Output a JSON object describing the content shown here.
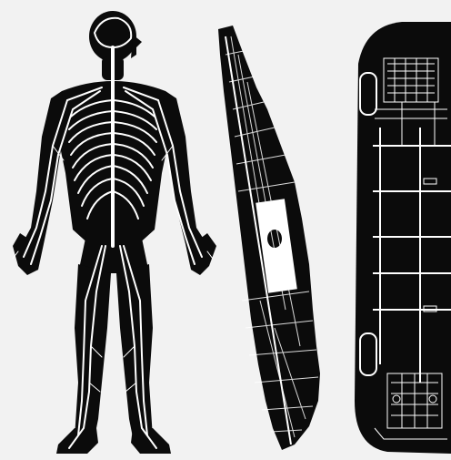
{
  "figures": [
    {
      "id": "nervous-system",
      "description_icon": "human-nervous-system-figure"
    },
    {
      "id": "city-map",
      "description_icon": "manhattan-street-map-figure"
    },
    {
      "id": "circuit-schematic",
      "description_icon": "vehicle-wiring-schematic-figure"
    }
  ],
  "colors": {
    "background": "#f2f2f2",
    "ink": "#0b0b0b",
    "lines": "#ffffff"
  }
}
